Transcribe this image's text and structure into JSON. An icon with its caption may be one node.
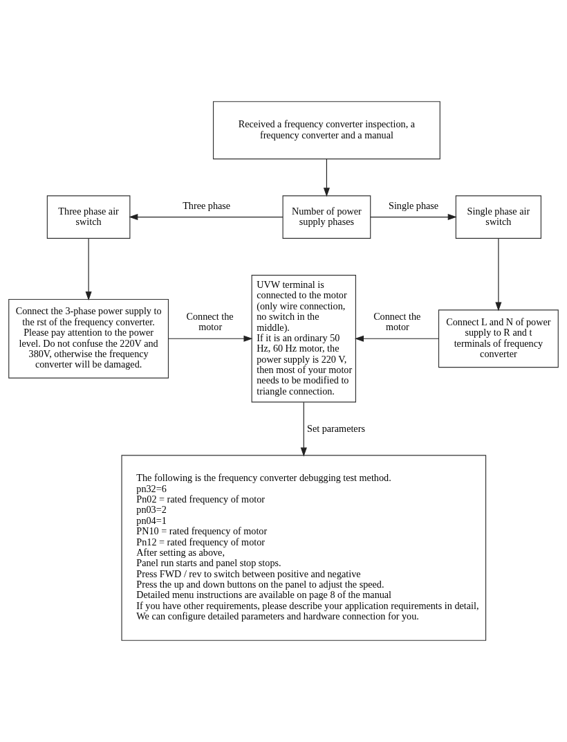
{
  "diagram": {
    "nodes": [
      {
        "text": [
          "Received a frequency converter inspection, a frequency converter and a manual"
        ]
      },
      {
        "text": [
          "Three phase air switch"
        ]
      },
      {
        "text": [
          "Number of power supply phases"
        ]
      },
      {
        "text": [
          "Single phase air switch"
        ]
      },
      {
        "text": [
          "Connect the 3-phase power supply to the rst of the frequency converter. Please pay attention to the power level. Do not confuse the 220V and 380V, otherwise the frequency converter will be damaged."
        ]
      },
      {
        "text": [
          "UVW terminal is connected to the motor (only wire connection, no switch in the middle).",
          "If it is an ordinary 50 Hz, 60 Hz motor, the power supply is 220 V, then most of your motor needs to be modified to triangle connection."
        ]
      },
      {
        "text": [
          "Connect L and N of power supply to R and t terminals of frequency converter"
        ]
      },
      {
        "text": [
          "The following is the frequency converter debugging test method.",
          "pn32=6",
          "Pn02 = rated frequency of motor",
          "pn03=2",
          "pn04=1",
          "PN10 = rated frequency of motor",
          "Pn12 = rated frequency of motor",
          "After setting as above,",
          "Panel run starts and panel stop stops.",
          "Press FWD / rev to switch between positive and negative",
          "Press the up and down buttons on the panel to adjust the speed.",
          "Detailed menu instructions are available on page 8 of the manual",
          "If you have other requirements, please describe your application requirements in detail,",
          "We can configure detailed parameters and hardware connection for you."
        ]
      }
    ],
    "edges": [
      {
        "from": 0,
        "to": 2,
        "arrow": "to"
      },
      {
        "from": 2,
        "to": 1,
        "arrow": "to",
        "label": "Three phase"
      },
      {
        "from": 2,
        "to": 3,
        "arrow": "to",
        "label": "Single phase"
      },
      {
        "from": 1,
        "to": 4,
        "arrow": "to"
      },
      {
        "from": 3,
        "to": 6,
        "arrow": "to"
      },
      {
        "from": 4,
        "to": 5,
        "arrow": "to",
        "label": "Connect the motor"
      },
      {
        "from": 6,
        "to": 5,
        "arrow": "to",
        "label": "Connect the motor"
      },
      {
        "from": 5,
        "to": 7,
        "arrow": "to",
        "label": "Set parameters"
      }
    ]
  }
}
